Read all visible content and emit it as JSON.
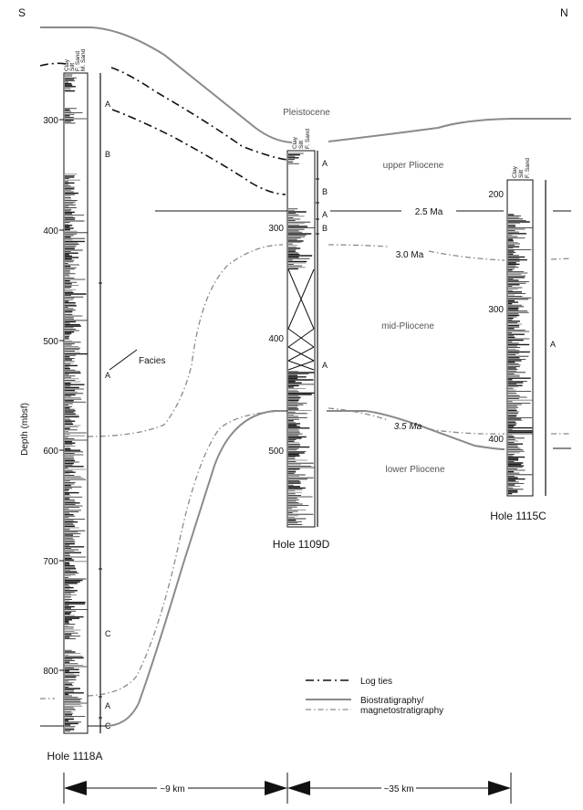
{
  "compass": {
    "left": "S",
    "right": "N"
  },
  "y_axis_label": "Depth (mbsf)",
  "holes": [
    {
      "name": "Hole 1118A",
      "grain_headers": [
        "Clay",
        "Silt",
        "F. Sand",
        "M. Sand"
      ],
      "depth_ticks": [
        "300",
        "400",
        "500",
        "600",
        "700",
        "800"
      ],
      "facies": [
        "A",
        "B",
        "A",
        "C",
        "A",
        "C"
      ]
    },
    {
      "name": "Hole 1109D",
      "grain_headers": [
        "Clay",
        "Silt",
        "F. Sand"
      ],
      "depth_ticks": [
        "300",
        "400",
        "500"
      ],
      "facies": [
        "A",
        "B",
        "A",
        "B",
        "A"
      ]
    },
    {
      "name": "Hole 1115C",
      "grain_headers": [
        "Clay",
        "Silt",
        "F. Sand"
      ],
      "depth_ticks": [
        "200",
        "300",
        "400"
      ],
      "facies": [
        "A"
      ]
    }
  ],
  "facies_label": "Facies",
  "epochs": [
    "Pleistocene",
    "upper Pliocene",
    "mid-Pliocene",
    "lower Pliocene"
  ],
  "ages": [
    "2.5 Ma",
    "3.0 Ma",
    "3.5 Ma"
  ],
  "legend": {
    "log_ties": "Log ties",
    "bio_line1": "Biostratigraphy/",
    "bio_line2": "magnetostratigraphy"
  },
  "distances": [
    "~9 km",
    "~35 km"
  ],
  "colors": {
    "litholog_fill": "#1a1a1a",
    "boundary_line": "#8a8a8a",
    "log_tie": "#111111"
  }
}
